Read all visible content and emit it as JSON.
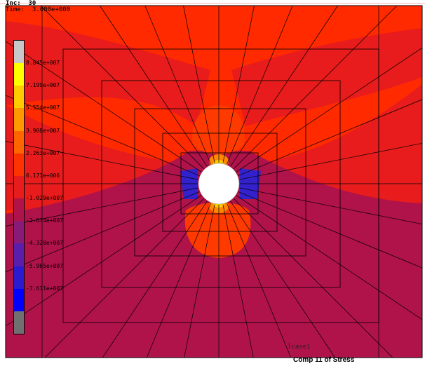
{
  "viewport": {
    "inc_label": "Inc:  30",
    "time_label": "Time:  3.000e+000",
    "case_label": "lcase1",
    "footer_title": "Comp 11 of Stress"
  },
  "legend": {
    "bands": [
      {
        "color": "#c8c8c8"
      },
      {
        "color": "#ffff00"
      },
      {
        "color": "#ffcc00"
      },
      {
        "color": "#ff9900"
      },
      {
        "color": "#ff6600"
      },
      {
        "color": "#ff3300"
      },
      {
        "color": "#e81c1c"
      },
      {
        "color": "#b0124a"
      },
      {
        "color": "#8a1a78"
      },
      {
        "color": "#5a1eaa"
      },
      {
        "color": "#2a1ad0"
      },
      {
        "color": "#0000ff"
      },
      {
        "color": "#707070"
      }
    ],
    "labels": [
      "8.845e+007",
      "7.199e+007",
      "5.554e+007",
      "3.908e+007",
      "2.263e+007",
      "6.171e+006",
      "-1.029e+007",
      "-2.674e+007",
      "-4.320e+007",
      "-5.965e+007",
      "-7.611e+007"
    ]
  },
  "colors": {
    "field_top": "#ff2a00",
    "field_mid": "#e81c1c",
    "field_bottom": "#b0124a",
    "hot": "#ffcc00",
    "cold": "#3322cc",
    "hole": "#ffffff",
    "mesh": "#000000"
  }
}
